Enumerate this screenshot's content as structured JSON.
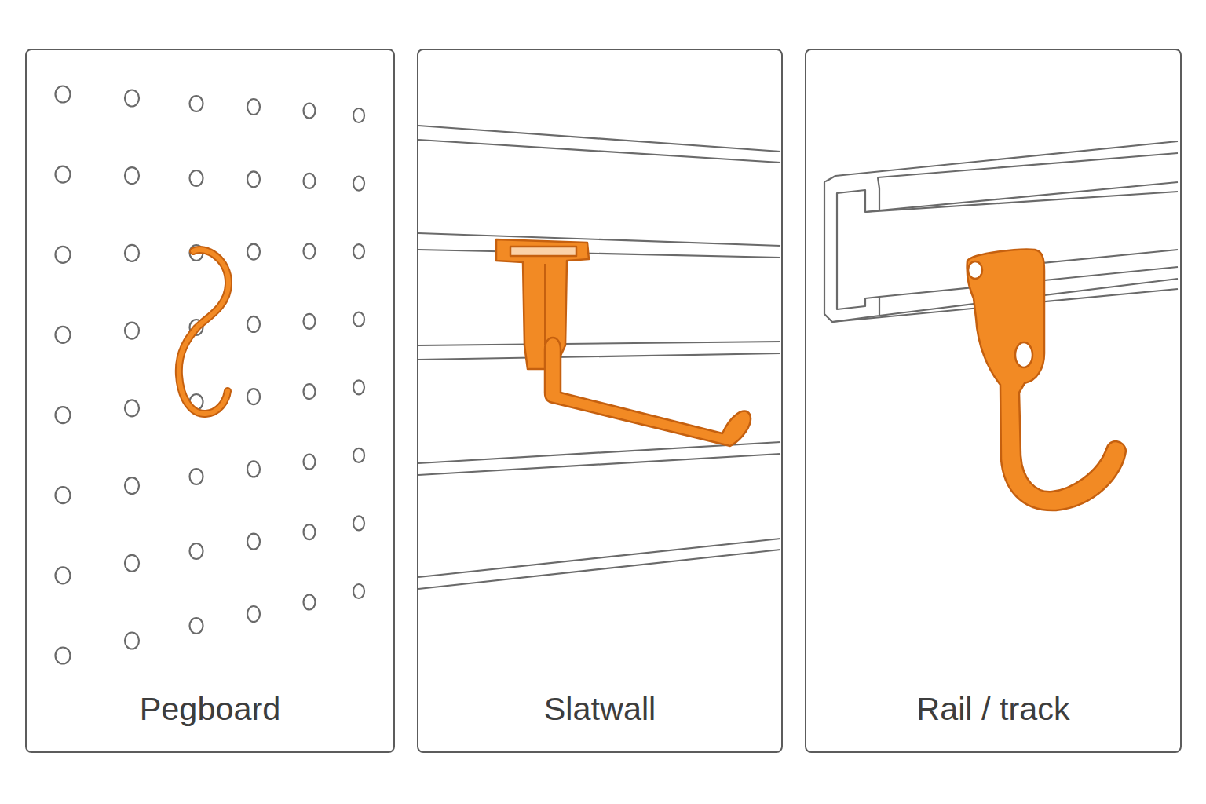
{
  "diagram": {
    "nodes": [
      {
        "text": [
          "Pegboard"
        ]
      },
      {
        "text": [
          "Slatwall"
        ]
      },
      {
        "text": [
          "Rail / track"
        ]
      }
    ]
  }
}
